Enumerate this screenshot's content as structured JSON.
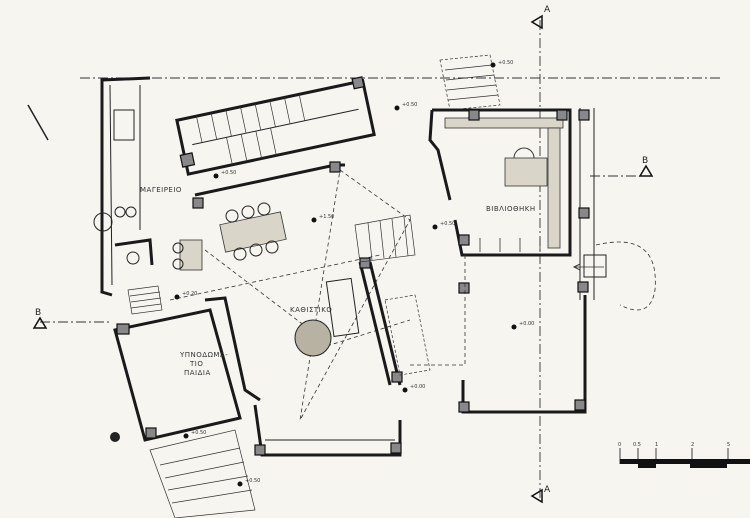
{
  "drawing": {
    "rooms": {
      "kitchen": "ΜΑΓΕΙΡΕΙΟ",
      "library": "ΒΙΒΛΙΟΘΗΚΗ",
      "living_room": "ΚΑΘΙΣΤΙΚΟ",
      "bedroom_line1": "ΥΠΝΟΔΩΜΑ-",
      "bedroom_line2": "ΤΙΟ",
      "bedroom_line3": "ΠΑΙΔΙΑ"
    },
    "section_marks": {
      "a_top": "A",
      "a_bottom": "A",
      "b_left": "B",
      "b_right": "B"
    },
    "levels": [
      "+0.50",
      "+0.50",
      "+0.50",
      "+1.50",
      "+0.50",
      "+0.20",
      "+0.00",
      "+0.00",
      "+0.50",
      "+0.50"
    ],
    "scale_bar": {
      "ticks": [
        "0",
        "0.5",
        "1",
        "2",
        "5"
      ]
    }
  }
}
